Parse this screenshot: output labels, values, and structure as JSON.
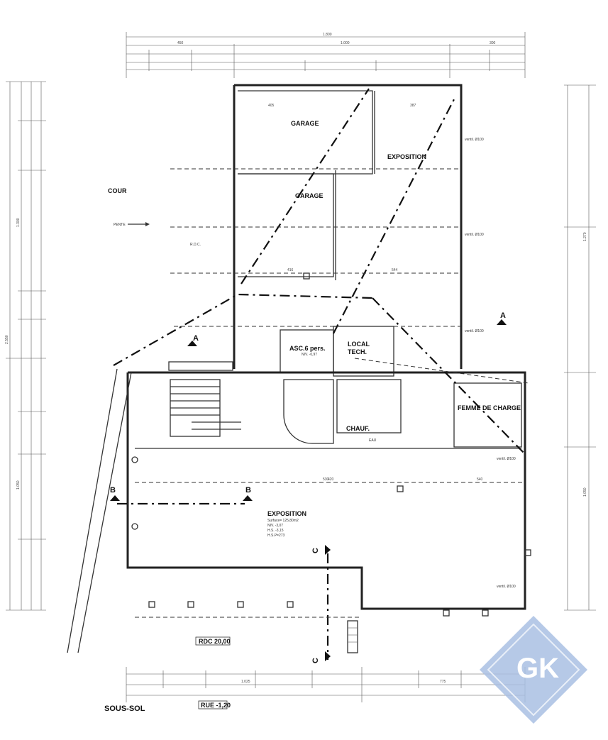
{
  "rooms": {
    "garage_top": "GARAGE",
    "garage_bottom": "GARAGE",
    "exposition_top": "EXPOSITION",
    "cour": "COUR",
    "asc": "ASC.6 pers.",
    "local_tech_1": "LOCAL",
    "local_tech_2": "TECH.",
    "chauf": "CHAUF.",
    "femme": "FEMME DE CHARGE",
    "exposition_main": "EXPOSITION"
  },
  "exposition_details": [
    "Surface= 125,80m2",
    "NIV. -3,07",
    "H.S. -3,15",
    "H.S.P=273"
  ],
  "labels": {
    "sous_sol": "SOUS-SOL",
    "rue": "RUE -1,20",
    "rdc": "RDC 20,00",
    "pente": "PENTE",
    "asc_niv": "NIV. -0,97",
    "eau": "EAU",
    "rdc_note": "R.D.C.",
    "ventil": "ventil. Ø100"
  },
  "sections": {
    "a_left": "A",
    "a_right": "A",
    "b_left": "B",
    "b_right": "B",
    "c_top": "C",
    "c_bottom": "C"
  },
  "dimensions": {
    "top_total": "1.800",
    "top_1": "450",
    "top_2": "1.000",
    "top_3": "300",
    "left_total": "2.550",
    "left_1": "1.300",
    "left_2": "1.050",
    "right_1": "1.270",
    "right_2": "1.050",
    "bottom_1": "1.025",
    "bottom_2": "775",
    "mid_530": "530",
    "mid_540": "540",
    "mid_544": "544",
    "mid_416": "416",
    "mid_387": "387",
    "mid_405": "405",
    "mid_420": "420"
  },
  "logo": {
    "letters": "GK",
    "color": "#a9bfe3"
  }
}
